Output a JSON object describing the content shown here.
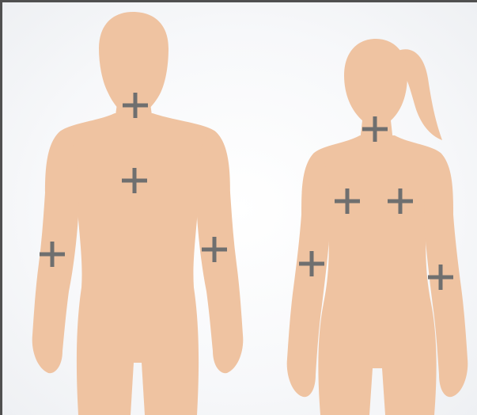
{
  "colors": {
    "skin": "#efc3a1",
    "marker": "#6f6f6f",
    "frame": "#505050",
    "background": "#f7f8fa"
  },
  "figures": [
    {
      "name": "male-figure",
      "markers": [
        {
          "name": "marker-male-neck",
          "symbol": "plus"
        },
        {
          "name": "marker-male-chest",
          "symbol": "plus"
        },
        {
          "name": "marker-male-right-arm",
          "symbol": "plus"
        },
        {
          "name": "marker-male-left-arm",
          "symbol": "plus"
        }
      ]
    },
    {
      "name": "female-figure",
      "markers": [
        {
          "name": "marker-female-neck",
          "symbol": "plus"
        },
        {
          "name": "marker-female-upper-back-left",
          "symbol": "plus"
        },
        {
          "name": "marker-female-upper-back-right",
          "symbol": "plus"
        },
        {
          "name": "marker-female-right-arm",
          "symbol": "plus"
        },
        {
          "name": "marker-female-left-arm",
          "symbol": "plus"
        }
      ]
    }
  ]
}
